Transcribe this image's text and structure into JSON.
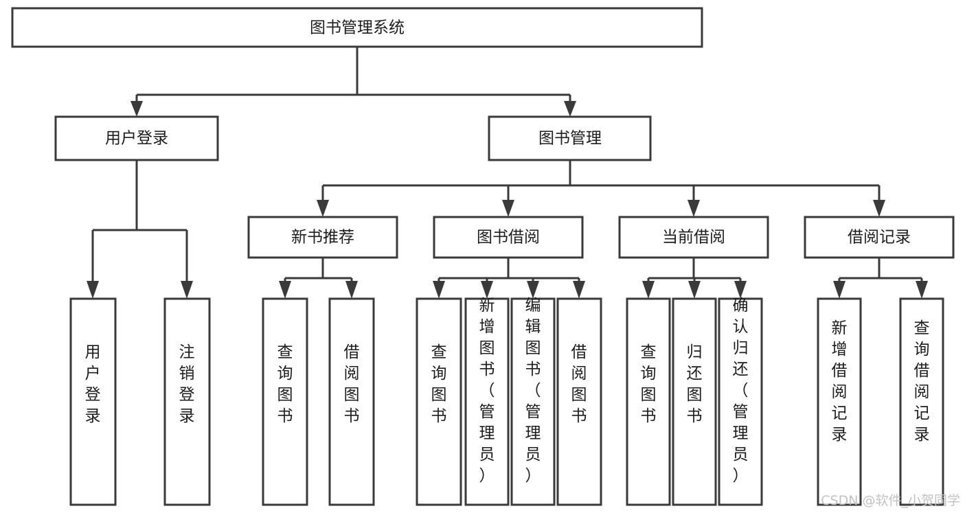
{
  "diagram": {
    "title": "图书管理系统",
    "type": "tree-hierarchy",
    "orientation": "top-down",
    "root": {
      "label": "图书管理系统"
    },
    "level2": [
      {
        "label": "用户登录"
      },
      {
        "label": "图书管理"
      }
    ],
    "level3": [
      {
        "label": "新书推荐"
      },
      {
        "label": "图书借阅"
      },
      {
        "label": "当前借阅"
      },
      {
        "label": "借阅记录"
      }
    ],
    "leaves": {
      "user_login": [
        {
          "label": "用户登录"
        },
        {
          "label": "注销登录"
        }
      ],
      "new_book_recommend": [
        {
          "label": "查询图书"
        },
        {
          "label": "借阅图书"
        }
      ],
      "book_borrow": [
        {
          "label": "查询图书"
        },
        {
          "label": "新增图书（管理员）"
        },
        {
          "label": "编辑图书（管理员）"
        },
        {
          "label": "借阅图书"
        }
      ],
      "current_borrow": [
        {
          "label": "查询图书"
        },
        {
          "label": "归还图书"
        },
        {
          "label": "确认归还（管理员）"
        }
      ],
      "borrow_record": [
        {
          "label": "新增借阅记录"
        },
        {
          "label": "查询借阅记录"
        }
      ]
    },
    "watermark": "CSDN @软件_小贺同学",
    "colors": {
      "stroke": "#3a3a3a",
      "box_fill": "#ffffff",
      "text": "#1c1c1c",
      "background": "#ffffff",
      "watermark": "#c2c2c2"
    }
  }
}
